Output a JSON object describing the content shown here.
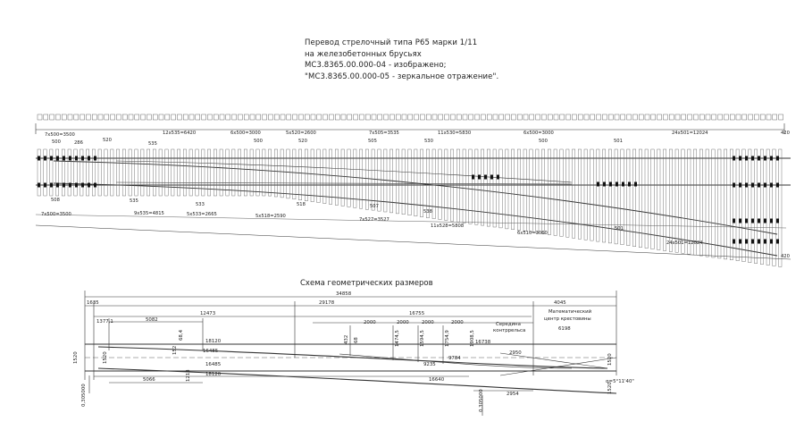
{
  "header": {
    "lines": [
      "Перевод стрелочный типа Р65 марки 1/11",
      "на железобетонных брусьях",
      "МС3.8365.00.000-04 - изображено;",
      "\"МС3.8365.00.000-05 - зеркальное отражение\"."
    ]
  },
  "plan": {
    "top_labels": [
      {
        "text": "7x500=3500"
      },
      {
        "text": "500"
      },
      {
        "text": "286"
      },
      {
        "text": "520"
      },
      {
        "text": "12x535=6420"
      },
      {
        "text": "535"
      },
      {
        "text": "6x500=3000"
      },
      {
        "text": "500"
      },
      {
        "text": "5x520=2600"
      },
      {
        "text": "520"
      },
      {
        "text": "7x505=3535"
      },
      {
        "text": "505"
      },
      {
        "text": "530"
      },
      {
        "text": "11x530=5830"
      },
      {
        "text": "6x500=3000"
      },
      {
        "text": "500"
      },
      {
        "text": "501"
      },
      {
        "text": "24x501=12024"
      },
      {
        "text": "420"
      }
    ],
    "bottom_labels": [
      {
        "text": "508"
      },
      {
        "text": "7x500=3500"
      },
      {
        "text": "535"
      },
      {
        "text": "9x535=4815"
      },
      {
        "text": "5x533=2665"
      },
      {
        "text": "533"
      },
      {
        "text": "5x518=2590"
      },
      {
        "text": "518"
      },
      {
        "text": "507"
      },
      {
        "text": "7x527=3527"
      },
      {
        "text": "538"
      },
      {
        "text": "11x528=5808"
      },
      {
        "text": "6x510=3060"
      },
      {
        "text": "501"
      },
      {
        "text": "24x501=12024"
      },
      {
        "text": "420"
      }
    ]
  },
  "schema": {
    "title": "Схема геометрических размеров",
    "labels": [
      {
        "text": "34858"
      },
      {
        "text": "1635"
      },
      {
        "text": "29178"
      },
      {
        "text": "4045"
      },
      {
        "text": "1377,1"
      },
      {
        "text": "12473"
      },
      {
        "text": "16755"
      },
      {
        "text": "5082"
      },
      {
        "text": "2000"
      },
      {
        "text": "2000"
      },
      {
        "text": "2000"
      },
      {
        "text": "2000"
      },
      {
        "text": "Середина"
      },
      {
        "text": "контррельса"
      },
      {
        "text": "Математический"
      },
      {
        "text": "центр крестовины"
      },
      {
        "text": "6198"
      },
      {
        "text": "18120"
      },
      {
        "text": "16485"
      },
      {
        "text": "16485"
      },
      {
        "text": "18120"
      },
      {
        "text": "16738"
      },
      {
        "text": "2950"
      },
      {
        "text": "9784"
      },
      {
        "text": "9235"
      },
      {
        "text": "5066"
      },
      {
        "text": "16640"
      },
      {
        "text": "2954"
      },
      {
        "text": "1520"
      },
      {
        "text": "1520"
      },
      {
        "text": "1520"
      },
      {
        "text": "1520"
      },
      {
        "text": "α=5°11'40\""
      },
      {
        "text": "0,305000"
      },
      {
        "text": "0,305000"
      },
      {
        "text": "1474,5"
      },
      {
        "text": "1594,5"
      },
      {
        "text": "1754,9"
      },
      {
        "text": "1908,5"
      },
      {
        "text": "432"
      },
      {
        "text": "68"
      },
      {
        "text": "68,4"
      },
      {
        "text": "152"
      },
      {
        "text": "1213"
      }
    ]
  }
}
